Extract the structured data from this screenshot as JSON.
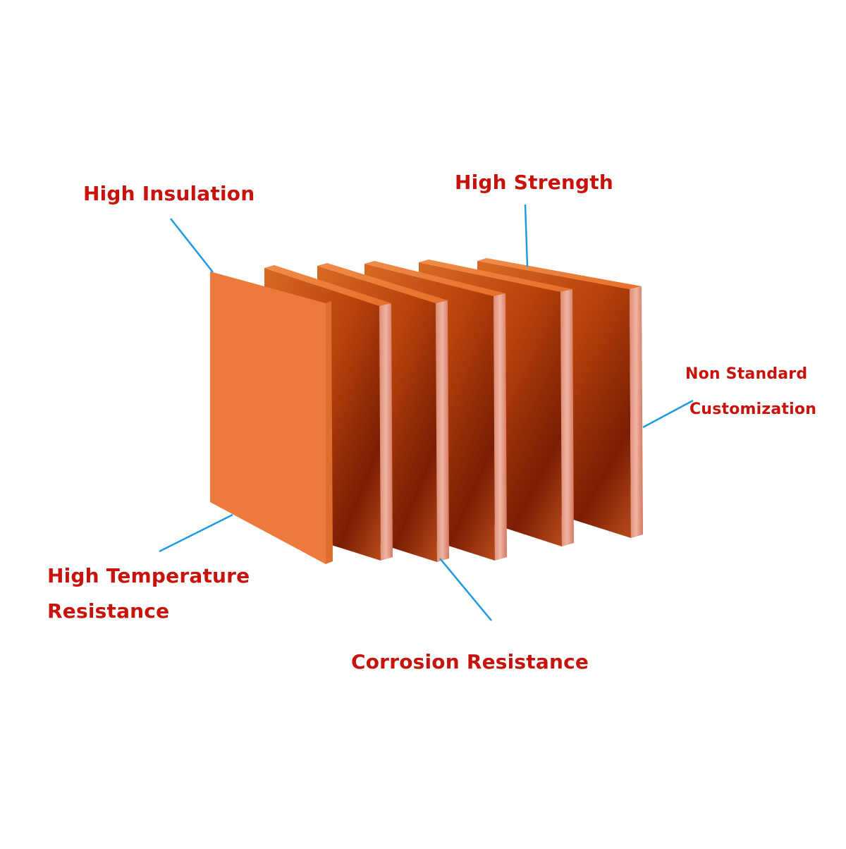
{
  "image": {
    "alt": "Stack of six orange insulation sheets standing upright with feature callouts",
    "colors": {
      "label_text": "#c8120c",
      "leader_line": "#1e9be0",
      "sheet_face": "#ec7a3c",
      "sheet_back": "#c9560f",
      "sheet_edge": "#e9a48e",
      "background": "#ffffff"
    }
  },
  "callouts": {
    "high_insulation": "High Insulation",
    "high_strength": "High Strength",
    "non_standard": "Non Standard",
    "customization": "Customization",
    "high_temperature": "High Temperature",
    "resistance": "Resistance",
    "corrosion_resistance": "Corrosion Resistance"
  }
}
